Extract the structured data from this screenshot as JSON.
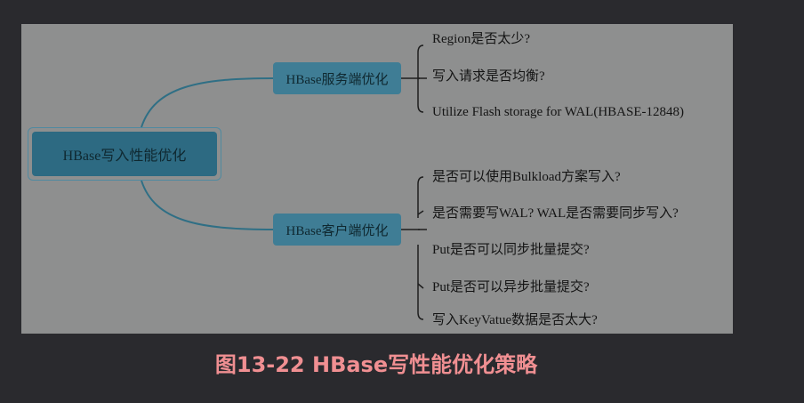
{
  "mindmap": {
    "root": {
      "label": "HBase写入性能优化"
    },
    "branches": [
      {
        "label": "HBase服务端优化",
        "children": [
          "Region是否太少?",
          "写入请求是否均衡?",
          "Utilize Flash storage for WAL(HBASE-12848)"
        ]
      },
      {
        "label": "HBase客户端优化",
        "children": [
          "是否可以使用Bulkload方案写入?",
          "是否需要写WAL? WAL是否需要同步写入?",
          "Put是否可以同步批量提交?",
          "Put是否可以异步批量提交?",
          "写入KeyVatue数据是否太大?"
        ]
      }
    ]
  },
  "caption": "图13-22 HBase写性能优化策略",
  "colors": {
    "page_background": "#2a2a2e",
    "figure_background": "#8e8f8f",
    "root_fill": "#2d6a82",
    "branch_fill": "#3f7d95",
    "connector": "#2f6f85",
    "caption_text": "#f08f92"
  }
}
